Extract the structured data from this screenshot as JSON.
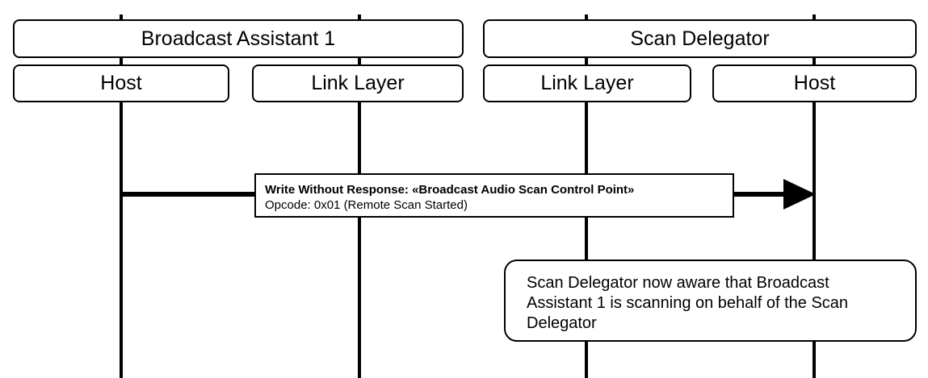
{
  "groups": {
    "broadcast_assistant": "Broadcast Assistant 1",
    "scan_delegator": "Scan Delegator"
  },
  "participants": {
    "ba_host": "Host",
    "ba_link_layer": "Link Layer",
    "sd_link_layer": "Link Layer",
    "sd_host": "Host"
  },
  "message": {
    "title": "Write Without Response: «Broadcast Audio Scan Control Point»",
    "detail": "Opcode: 0x01 (Remote Scan Started)"
  },
  "note": {
    "lines": [
      "Scan Delegator now aware that Broadcast",
      "Assistant 1 is scanning on behalf of the Scan",
      "Delegator"
    ]
  }
}
